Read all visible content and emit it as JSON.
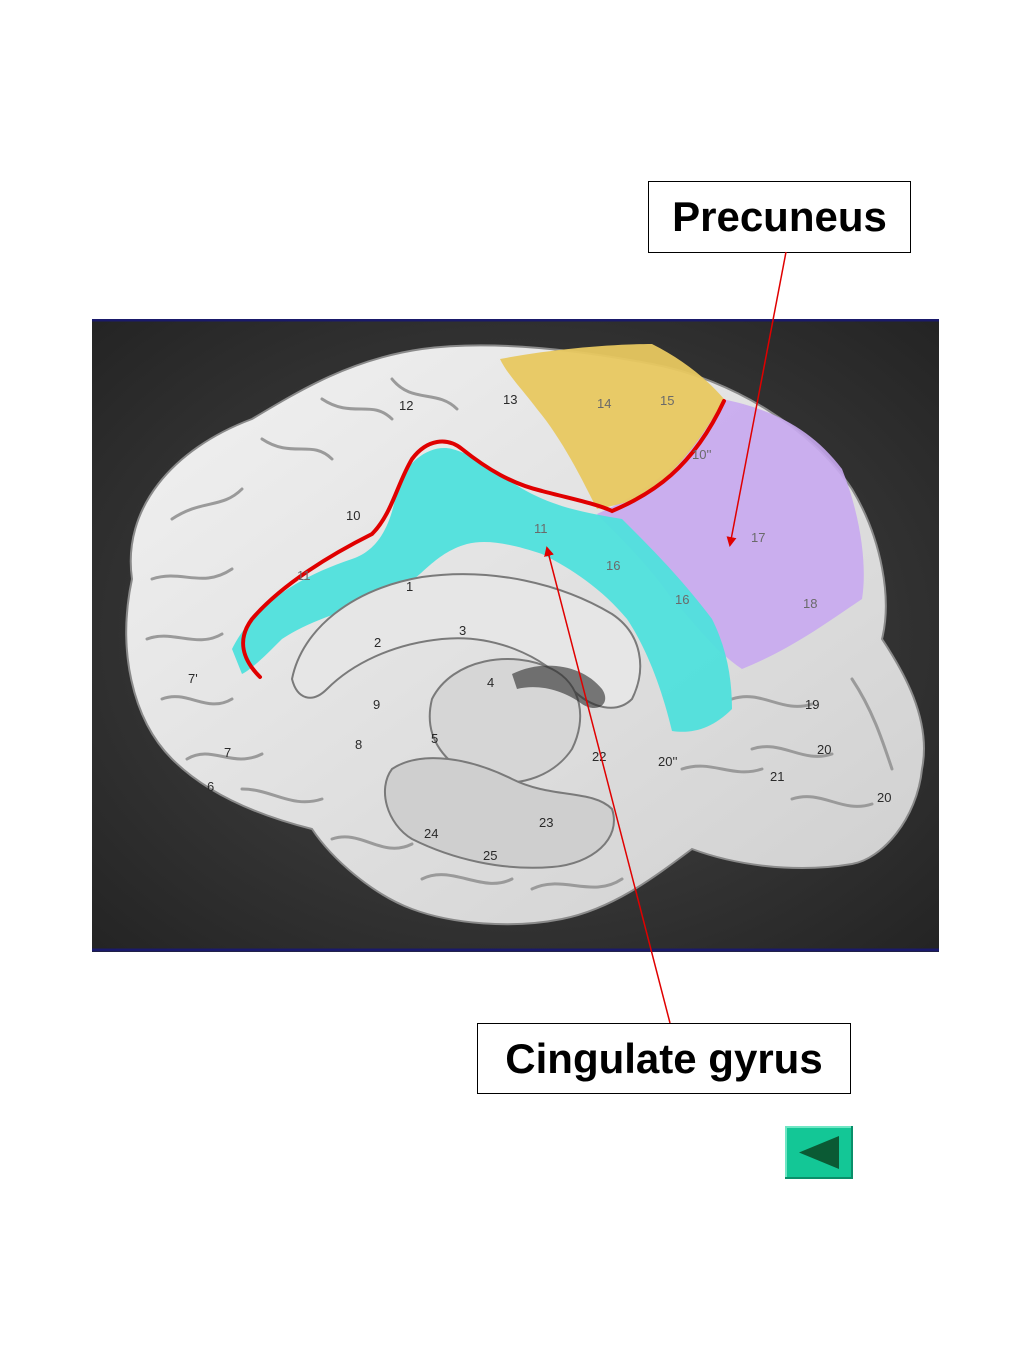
{
  "labels": {
    "precuneus": "Precuneus",
    "cingulate": "Cingulate gyrus"
  },
  "figure_numbers": {
    "n1": "1",
    "n2": "2",
    "n3": "3",
    "n4": "4",
    "n5": "5",
    "n6": "6",
    "n7": "7",
    "n7p": "7'",
    "n8": "8",
    "n9": "9",
    "n10": "10",
    "n11a": "11",
    "n11b": "11",
    "n12": "12",
    "n13": "13",
    "n14": "14",
    "n15": "15",
    "n16a": "16",
    "n16b": "16",
    "n17": "17",
    "n18": "18",
    "n19": "19",
    "n20": "20",
    "n20p": "20",
    "n20pp": "20''",
    "n21": "21",
    "n22": "22",
    "n23": "23",
    "n24": "24",
    "n25": "25",
    "n10pp": "10''"
  },
  "colors": {
    "precuneus_fill": "#e8c860",
    "cingulate_fill": "#4fe0dc",
    "occipital_fill": "#c8a8f0",
    "pointer_line": "#e00000",
    "figure_background": "#3a3a3a",
    "frame": "#1a1a6a",
    "button": "#13c796"
  },
  "navigation": {
    "back_icon": "triangle-left-icon"
  }
}
